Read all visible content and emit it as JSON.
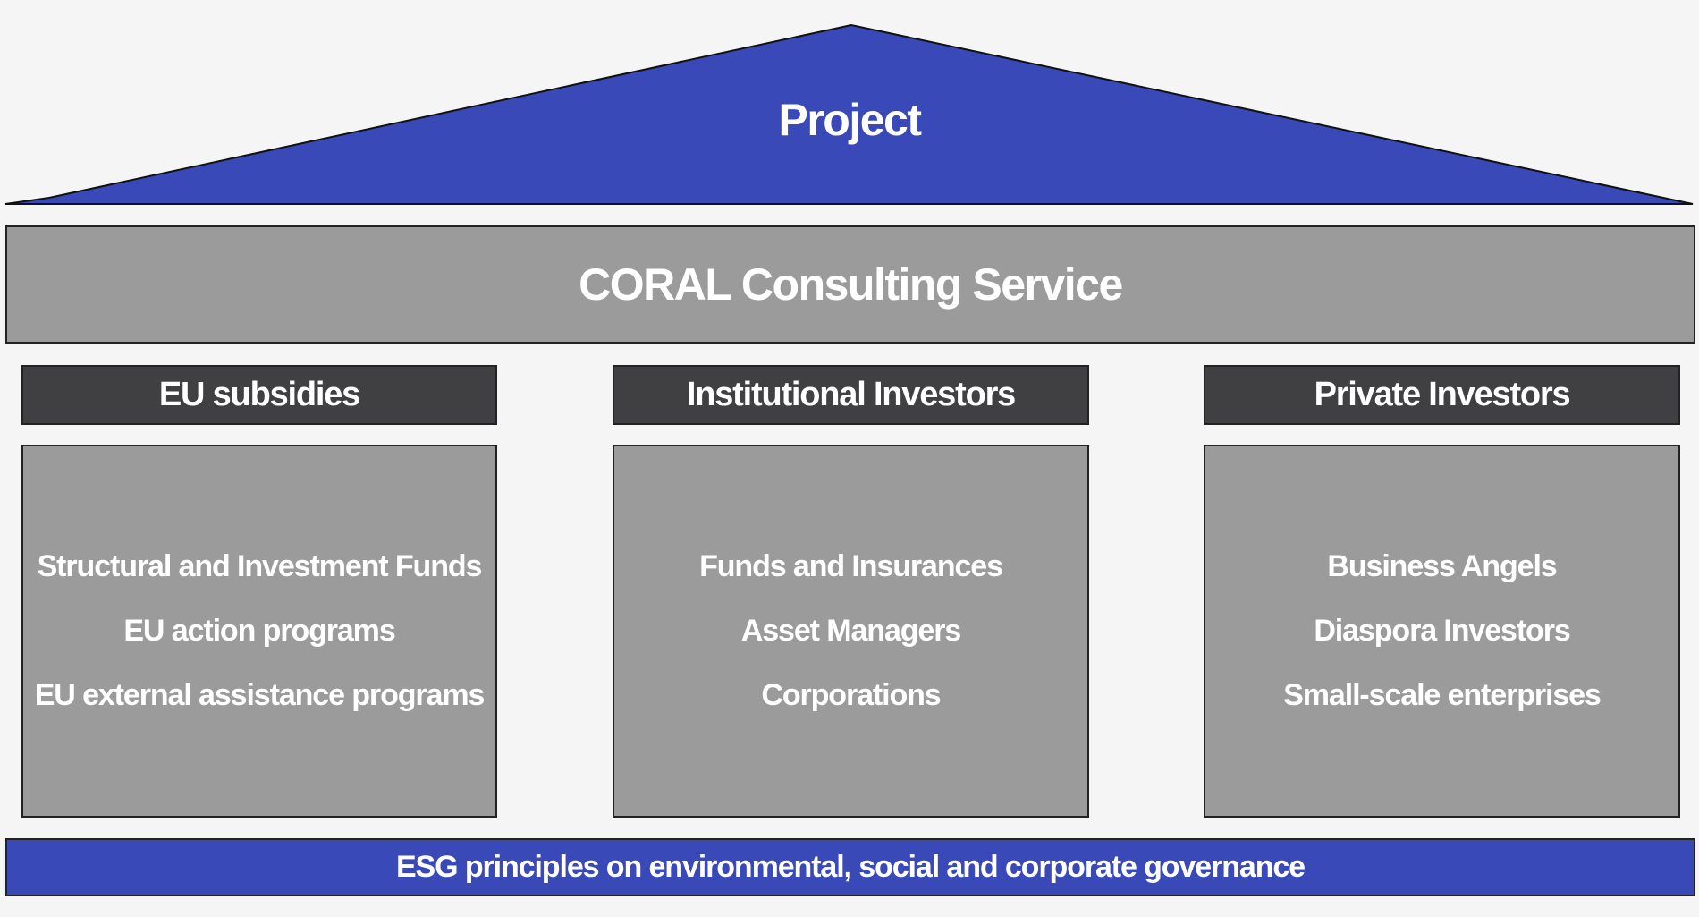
{
  "colors": {
    "roof": "#3949b8",
    "band": "#9b9b9b",
    "header": "#404042",
    "background": "#f5f5f5"
  },
  "roof": {
    "title": "Project"
  },
  "band": {
    "title": "CORAL Consulting Service"
  },
  "pillars": [
    {
      "title": "EU subsidies",
      "items": [
        "Structural and Investment Funds",
        "EU action programs",
        "EU external assistance programs"
      ]
    },
    {
      "title": "Institutional Investors",
      "items": [
        "Funds and Insurances",
        "Asset Managers",
        "Corporations"
      ]
    },
    {
      "title": "Private Investors",
      "items": [
        "Business Angels",
        "Diaspora Investors",
        "Small-scale enterprises"
      ]
    }
  ],
  "foundation": {
    "title": "ESG principles on environmental, social and corporate governance"
  }
}
